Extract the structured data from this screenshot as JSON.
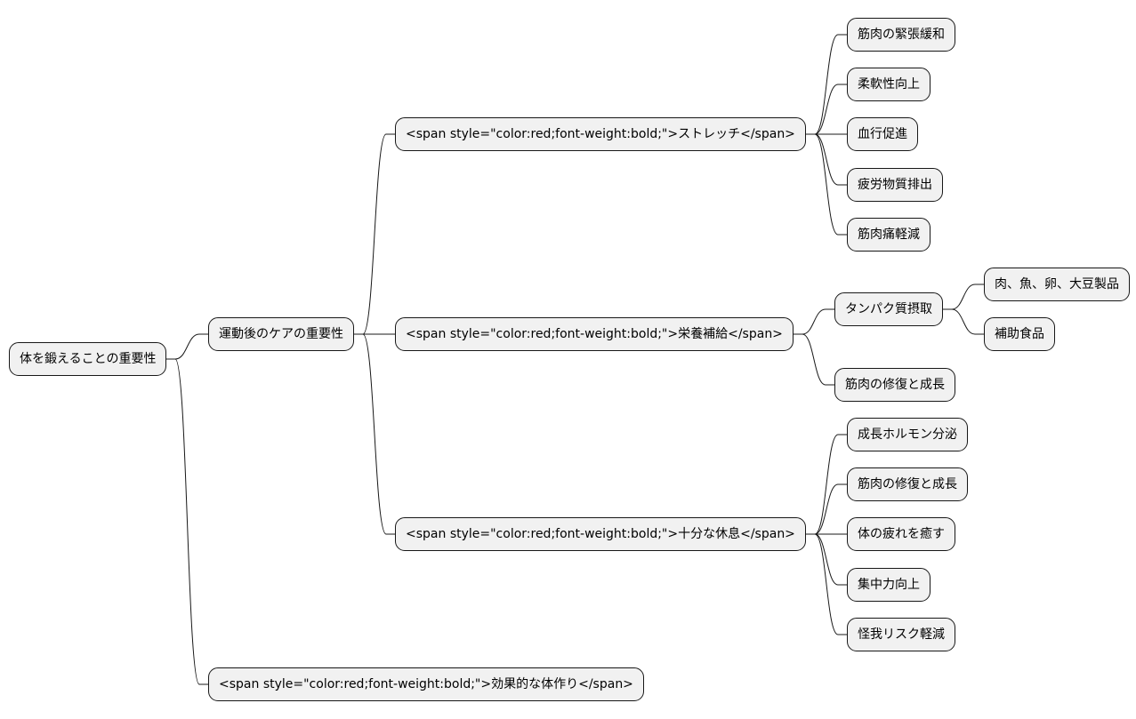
{
  "nodes": {
    "root": "体を鍛えることの重要性",
    "care": "運動後のケアの重要性",
    "stretch": "<span style=\"color:red;font-weight:bold;\">ストレッチ</span>",
    "s1": "筋肉の緊張緩和",
    "s2": "柔軟性向上",
    "s3": "血行促進",
    "s4": "疲労物質排出",
    "s5": "筋肉痛軽減",
    "nutrition": "<span style=\"color:red;font-weight:bold;\">栄養補給</span>",
    "protein": "タンパク質摂取",
    "p1": "肉、魚、卵、大豆製品",
    "p2": "補助食品",
    "n2": "筋肉の修復と成長",
    "rest": "<span style=\"color:red;font-weight:bold;\">十分な休息</span>",
    "r1": "成長ホルモン分泌",
    "r2": "筋肉の修復と成長",
    "r3": "体の疲れを癒す",
    "r4": "集中力向上",
    "r5": "怪我リスク軽減",
    "body": "<span style=\"color:red;font-weight:bold;\">効果的な体作り</span>"
  }
}
